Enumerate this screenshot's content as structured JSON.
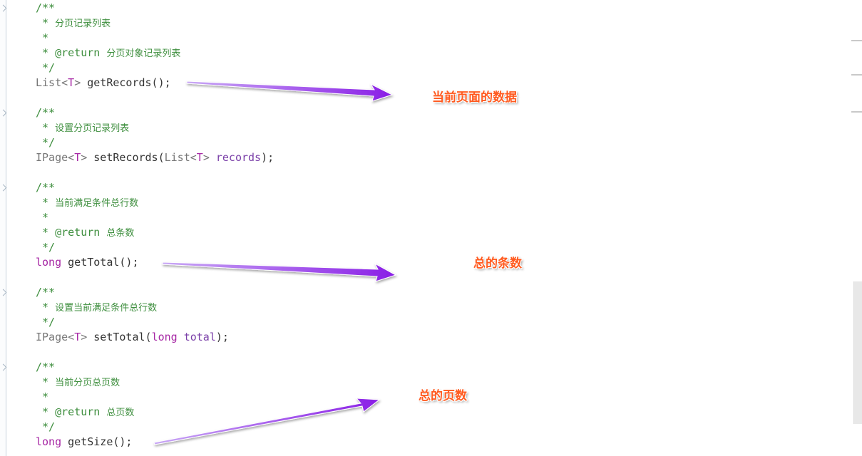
{
  "code": {
    "lines": [
      {
        "parts": [
          {
            "t": "/**",
            "k": "c"
          }
        ]
      },
      {
        "parts": [
          {
            "t": " * ",
            "k": "c"
          },
          {
            "t": "分页记录列表",
            "k": "cjk"
          }
        ]
      },
      {
        "parts": [
          {
            "t": " *",
            "k": "c"
          }
        ]
      },
      {
        "parts": [
          {
            "t": " * @return ",
            "k": "c"
          },
          {
            "t": "分页对象记录列表",
            "k": "cjk"
          }
        ]
      },
      {
        "parts": [
          {
            "t": " */",
            "k": "c"
          }
        ]
      },
      {
        "parts": [
          {
            "t": "List",
            "k": "ty"
          },
          {
            "t": "<",
            "k": "ty"
          },
          {
            "t": "T",
            "k": "tp"
          },
          {
            "t": ">",
            "k": "ty"
          },
          {
            "t": " getRecords();",
            "k": "nm"
          }
        ]
      },
      {
        "parts": [
          {
            "t": "",
            "k": "nm"
          }
        ]
      },
      {
        "parts": [
          {
            "t": "/**",
            "k": "c"
          }
        ]
      },
      {
        "parts": [
          {
            "t": " * ",
            "k": "c"
          },
          {
            "t": "设置分页记录列表",
            "k": "cjk"
          }
        ]
      },
      {
        "parts": [
          {
            "t": " */",
            "k": "c"
          }
        ]
      },
      {
        "parts": [
          {
            "t": "IPage",
            "k": "ty"
          },
          {
            "t": "<",
            "k": "ty"
          },
          {
            "t": "T",
            "k": "tp"
          },
          {
            "t": ">",
            "k": "ty"
          },
          {
            "t": " setRecords(",
            "k": "nm"
          },
          {
            "t": "List",
            "k": "ty"
          },
          {
            "t": "<",
            "k": "ty"
          },
          {
            "t": "T",
            "k": "tp"
          },
          {
            "t": ">",
            "k": "ty"
          },
          {
            "t": " records",
            "k": "pm"
          },
          {
            "t": ");",
            "k": "nm"
          }
        ]
      },
      {
        "parts": [
          {
            "t": "",
            "k": "nm"
          }
        ]
      },
      {
        "parts": [
          {
            "t": "/**",
            "k": "c"
          }
        ]
      },
      {
        "parts": [
          {
            "t": " * ",
            "k": "c"
          },
          {
            "t": "当前满足条件总行数",
            "k": "cjk"
          }
        ]
      },
      {
        "parts": [
          {
            "t": " *",
            "k": "c"
          }
        ]
      },
      {
        "parts": [
          {
            "t": " * @return ",
            "k": "c"
          },
          {
            "t": "总条数",
            "k": "cjk"
          }
        ]
      },
      {
        "parts": [
          {
            "t": " */",
            "k": "c"
          }
        ]
      },
      {
        "parts": [
          {
            "t": "long",
            "k": "kw"
          },
          {
            "t": " getTotal();",
            "k": "nm"
          }
        ]
      },
      {
        "parts": [
          {
            "t": "",
            "k": "nm"
          }
        ]
      },
      {
        "parts": [
          {
            "t": "/**",
            "k": "c"
          }
        ]
      },
      {
        "parts": [
          {
            "t": " * ",
            "k": "c"
          },
          {
            "t": "设置当前满足条件总行数",
            "k": "cjk"
          }
        ]
      },
      {
        "parts": [
          {
            "t": " */",
            "k": "c"
          }
        ]
      },
      {
        "parts": [
          {
            "t": "IPage",
            "k": "ty"
          },
          {
            "t": "<",
            "k": "ty"
          },
          {
            "t": "T",
            "k": "tp"
          },
          {
            "t": ">",
            "k": "ty"
          },
          {
            "t": " setTotal(",
            "k": "nm"
          },
          {
            "t": "long",
            "k": "kw"
          },
          {
            "t": " total",
            "k": "pm"
          },
          {
            "t": ");",
            "k": "nm"
          }
        ]
      },
      {
        "parts": [
          {
            "t": "",
            "k": "nm"
          }
        ]
      },
      {
        "parts": [
          {
            "t": "/**",
            "k": "c"
          }
        ]
      },
      {
        "parts": [
          {
            "t": " * ",
            "k": "c"
          },
          {
            "t": "当前分页总页数",
            "k": "cjk"
          }
        ]
      },
      {
        "parts": [
          {
            "t": " *",
            "k": "c"
          }
        ]
      },
      {
        "parts": [
          {
            "t": " * @return ",
            "k": "c"
          },
          {
            "t": "总页数",
            "k": "cjk"
          }
        ]
      },
      {
        "parts": [
          {
            "t": " */",
            "k": "c"
          }
        ]
      },
      {
        "parts": [
          {
            "t": "long",
            "k": "kw"
          },
          {
            "t": " getSize();",
            "k": "nm"
          }
        ]
      }
    ]
  },
  "annotations": {
    "records_label": "当前页面的数据",
    "total_label": "总的条数",
    "size_label": "总的页数"
  },
  "colors": {
    "comment": "#3f8f3f",
    "keyword": "#a626a4",
    "arrow": "#8a2be2",
    "callout": "#ff5a1f"
  }
}
